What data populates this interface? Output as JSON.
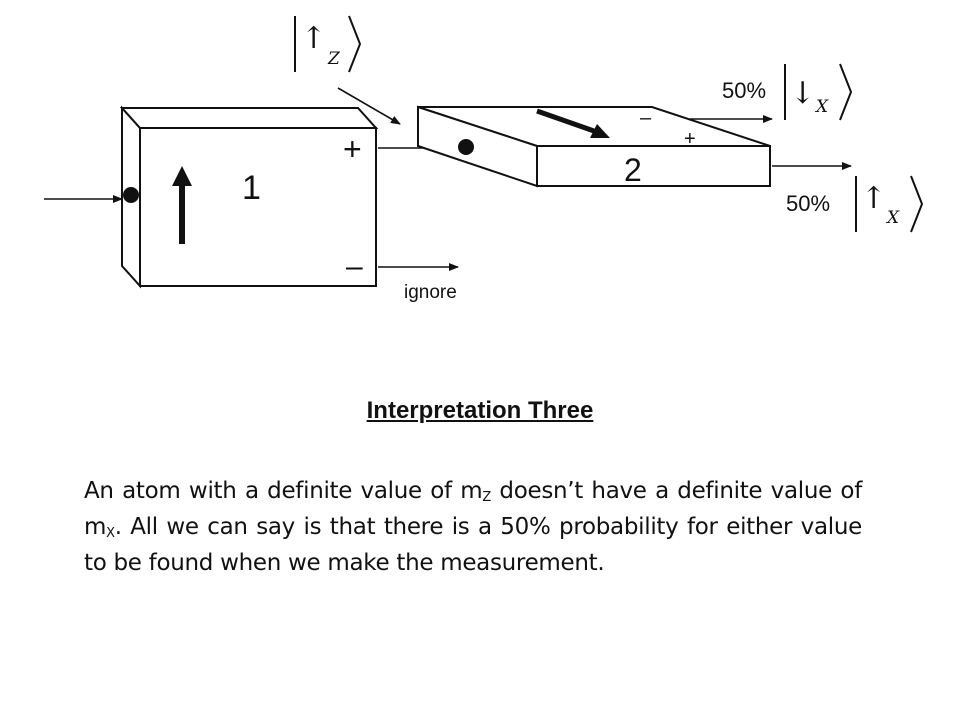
{
  "diagram": {
    "box1_label": "1",
    "box2_label": "2",
    "plus_sign": "+",
    "minus_sign": "–",
    "box2_minus": "–",
    "box2_plus": "+",
    "ignore_label": "ignore",
    "upper_output_percent": "50%",
    "lower_output_percent": "50%",
    "ket_z_up": {
      "arrow": "↑",
      "subscript": "Z"
    },
    "ket_x_down": {
      "arrow": "↓",
      "subscript": "X"
    },
    "ket_x_up": {
      "arrow": "↑",
      "subscript": "X"
    }
  },
  "text": {
    "heading": "Interpretation Three",
    "p_part1": "An atom with a definite value of m",
    "p_sub1": "Z",
    "p_part2": " doesn’t have a definite value of m",
    "p_sub2": "X",
    "p_part3": ".  All we can say is that there is a 50% probability for either value to be found when we make the measurement."
  }
}
